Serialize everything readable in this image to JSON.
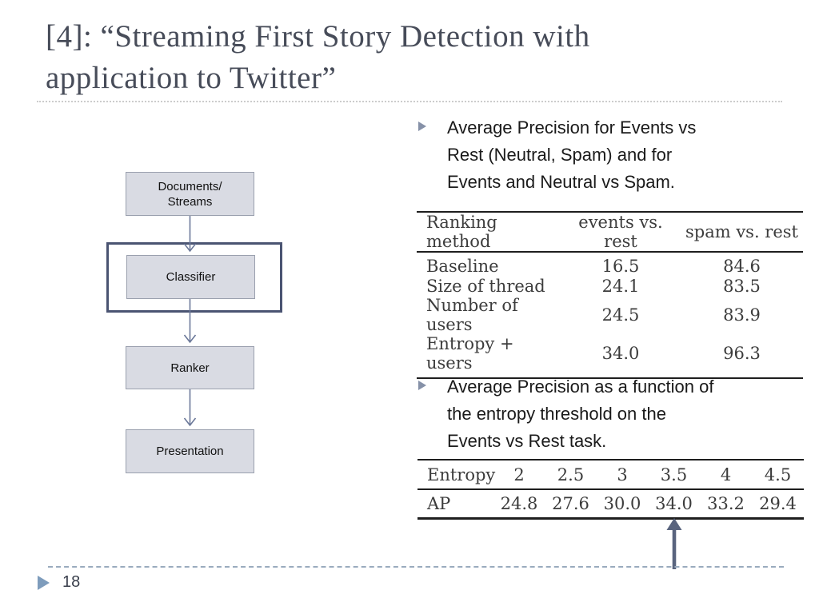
{
  "slide": {
    "title_lines": [
      "[4]: “Streaming First Story Detection with",
      "application to Twitter”"
    ],
    "page_number": "18"
  },
  "flowchart": {
    "nodes": [
      {
        "lines": [
          "Documents/",
          "Streams"
        ]
      },
      {
        "label": "Classifier"
      },
      {
        "label": "Ranker"
      },
      {
        "label": "Presentation"
      }
    ]
  },
  "bullets": [
    {
      "lines": [
        "Average Precision for Events vs",
        "Rest (Neutral, Spam) and for",
        "Events and Neutral vs Spam."
      ]
    },
    {
      "lines": [
        "Average Precision as a function of",
        "the entropy threshold on the",
        "Events vs Rest task."
      ]
    }
  ],
  "table1": {
    "headers": [
      "Ranking method",
      "events vs. rest",
      "spam vs. rest"
    ],
    "rows": [
      [
        "Baseline",
        "16.5",
        "84.6"
      ],
      [
        "Size of thread",
        "24.1",
        "83.5"
      ],
      [
        "Number of users",
        "24.5",
        "83.9"
      ],
      [
        "Entropy + users",
        "34.0",
        "96.3"
      ]
    ]
  },
  "table2": {
    "header_row": [
      "Entropy",
      "2",
      "2.5",
      "3",
      "3.5",
      "4",
      "4.5"
    ],
    "value_row": [
      "AP",
      "24.8",
      "27.6",
      "30.0",
      "34.0",
      "33.2",
      "29.4"
    ]
  },
  "icons": {
    "bullet_marker": "right-triangle",
    "page_marker": "right-triangle",
    "flow_connector": "down-arrow",
    "table_annotation": "up-arrow"
  },
  "colors": {
    "title_text": "#474c59",
    "node_fill": "#d9dbe3",
    "node_border": "#9aa0ae",
    "highlight_border": "#4a5472",
    "connector_arrow": "#6b7899",
    "bullet_marker": "#8691a8",
    "table_rule": "#1e1e1e",
    "annotation_arrow": "#59647e",
    "footer_marker": "#7e9cbc",
    "footer_dash": "#9aabbe"
  }
}
